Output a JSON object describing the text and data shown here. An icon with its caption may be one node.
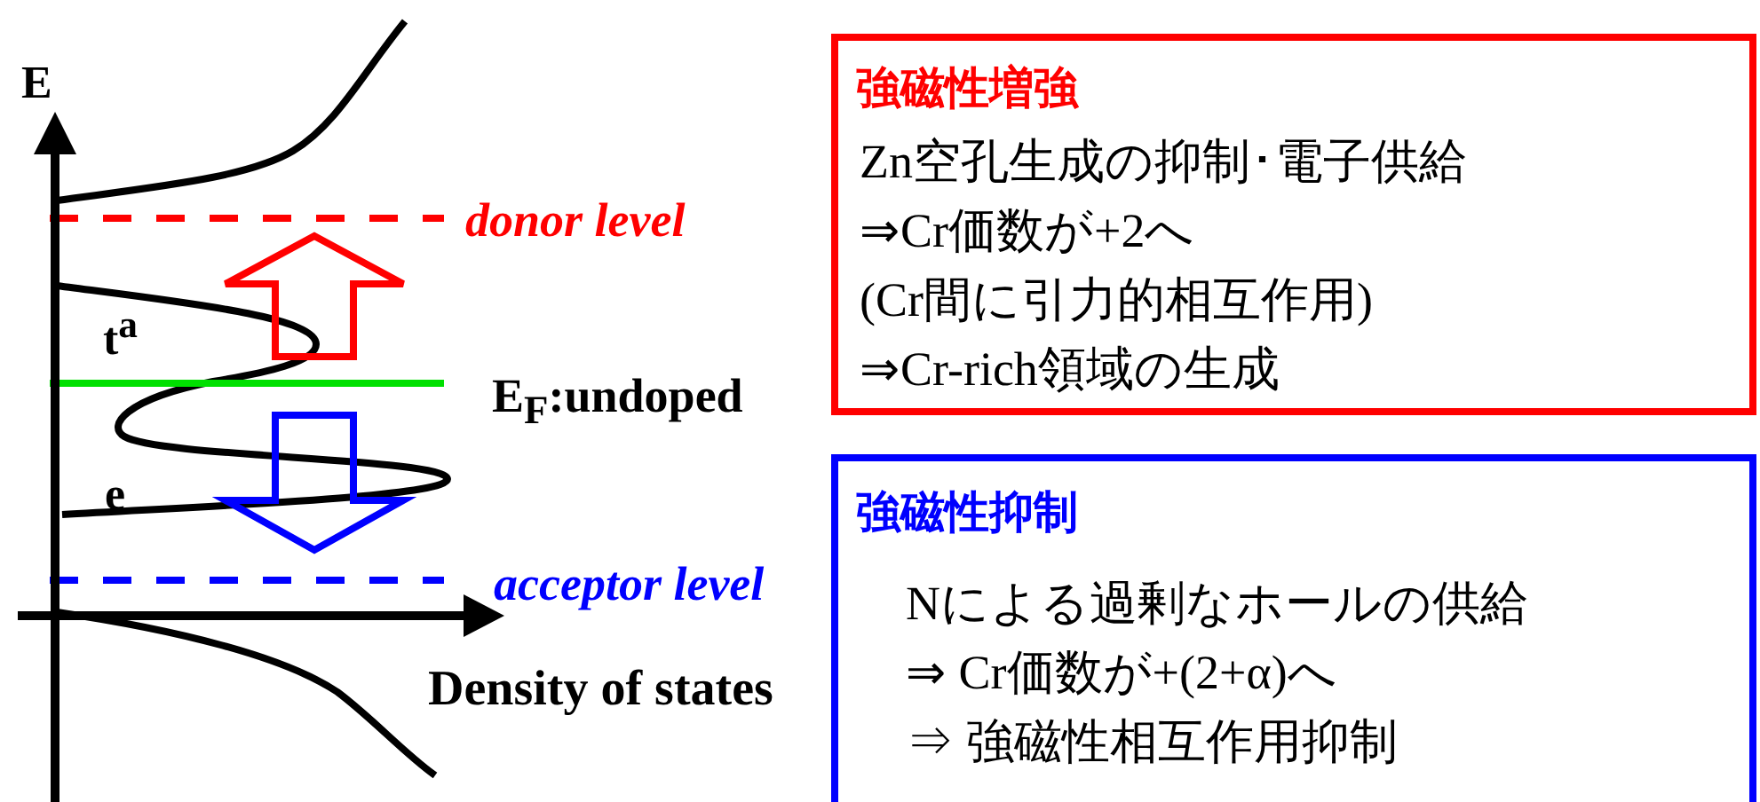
{
  "diagram": {
    "nodes": [
      {
        "text": [
          "強磁性増強",
          "Zn空孔生成の抑制･電子供給",
          "⇒Cr価数が+2へ",
          "(Cr間に引力的相互作用)",
          "⇒Cr-rich領域の生成"
        ]
      },
      {
        "text": [
          "強磁性抑制",
          "Nによる過剰なホールの供給",
          "⇒ Cr価数が+(2+α)へ",
          "⇒ 強磁性相互作用抑制"
        ]
      }
    ],
    "edges": [],
    "labels": [
      "E",
      "donor level",
      "t$^{a}$",
      "E$_{F}$:undoped",
      "e",
      "acceptor level",
      "Density of states"
    ]
  }
}
